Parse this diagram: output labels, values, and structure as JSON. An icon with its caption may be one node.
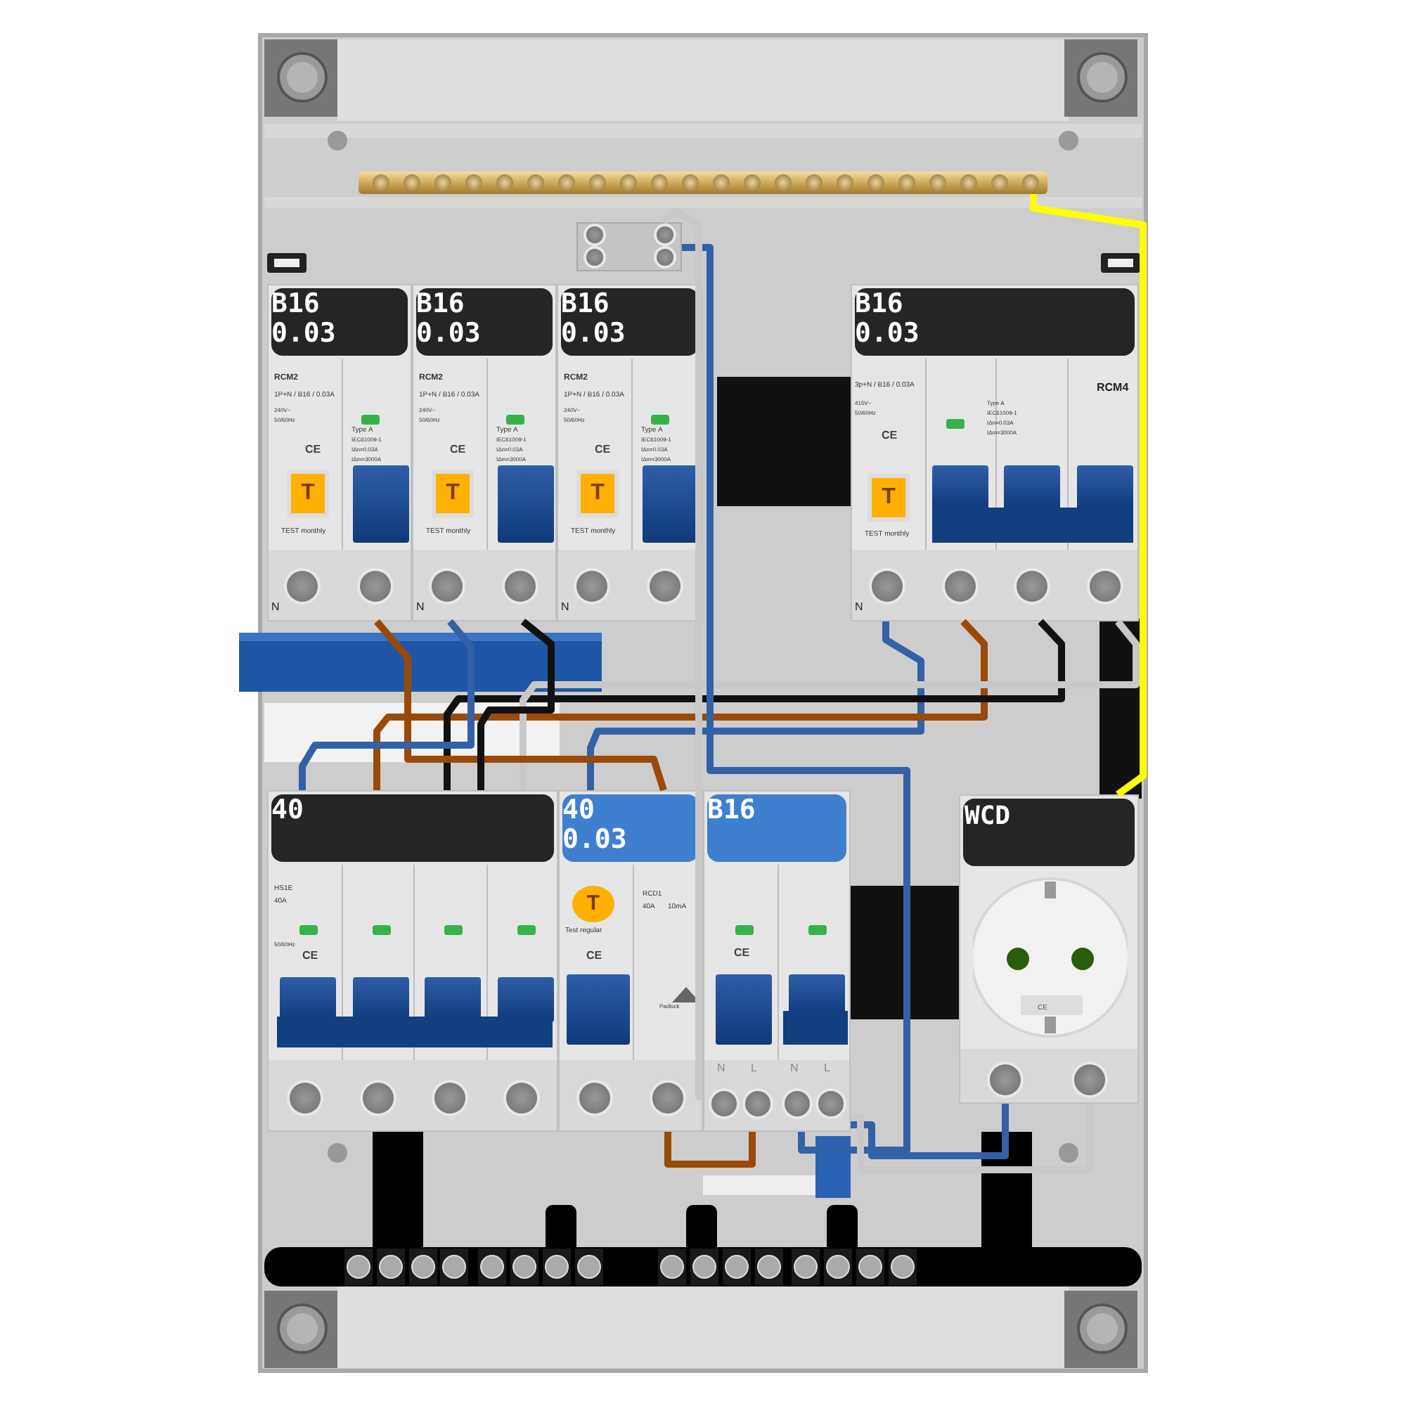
{
  "diagram": {
    "nodes": [
      {
        "text": [],
        "shape": "bar"
      },
      {
        "text": [
          "B16 0.03",
          "RCM2",
          "1P+N / B16 / 0.03A",
          "240V~",
          "50/60Hz",
          "Type A",
          "IEC61009-1",
          "IΔn=0.03A",
          "IΔm=3000A",
          "CE",
          "T",
          "TEST monthly",
          "N"
        ]
      },
      {
        "text": [
          "B16 0.03",
          "RCM2",
          "1P+N / B16 / 0.03A",
          "240V~",
          "50/60Hz",
          "Type A",
          "IEC61009-1",
          "IΔn=0.03A",
          "IΔm=3000A",
          "CE",
          "T",
          "TEST monthly",
          "N"
        ]
      },
      {
        "text": [
          "B16 0.03",
          "RCM2",
          "1P+N / B16 / 0.03A",
          "240V~",
          "50/60Hz",
          "Type A",
          "IEC61009-1",
          "IΔn=0.03A",
          "IΔm=3000A",
          "CE",
          "T",
          "TEST monthly",
          "N"
        ]
      },
      {
        "text": [
          "B16 0.03",
          "3p+N / B16 / 0.03A",
          "415V~",
          "50/60Hz",
          "CE",
          "Type A",
          "IEC61009-1",
          "IΔn=0.03A",
          "IΔm=3000A",
          "RCM4",
          "T",
          "TEST monthly",
          "N"
        ]
      },
      {
        "text": [
          "40",
          "HS1E",
          "40A",
          "50/60Hz",
          "CE"
        ]
      },
      {
        "text": [
          "40 0.03",
          "T",
          "Test regular",
          "CE",
          "RCD1",
          "40A",
          "10mA",
          "Padlock"
        ]
      },
      {
        "text": [
          "B16",
          "CE",
          "N",
          "L",
          "N",
          "L"
        ]
      },
      {
        "text": [
          "WCD",
          "CE"
        ]
      },
      {
        "text": [],
        "shape": "box"
      }
    ],
    "edges": [
      {
        "from": 0,
        "to": 8,
        "arrow": "none",
        "color": "#ffff00"
      },
      {
        "from": 4,
        "to": 6,
        "arrow": "none",
        "color": "#3361a8"
      },
      {
        "from": 4,
        "to": 5,
        "arrow": "none",
        "color": "#9a4a08"
      },
      {
        "from": 4,
        "to": 5,
        "arrow": "none",
        "color": "#111111"
      },
      {
        "from": 4,
        "to": 5,
        "arrow": "none",
        "color": "#c8c8c8"
      },
      {
        "from": 1,
        "to": 6,
        "arrow": "none",
        "color": "#9a4a08"
      },
      {
        "from": 2,
        "to": 5,
        "arrow": "none",
        "color": "#111111"
      },
      {
        "from": 2,
        "to": 5,
        "arrow": "none",
        "color": "#3361a8"
      },
      {
        "from": 9,
        "to": 7,
        "arrow": "none",
        "color": "#3361a8"
      },
      {
        "from": 9,
        "to": 7,
        "arrow": "none",
        "color": "#c8c8c8"
      },
      {
        "from": 6,
        "to": 7,
        "arrow": "none",
        "color": "#9a4a08"
      },
      {
        "from": 8,
        "to": 7,
        "arrow": "none",
        "color": "#3361a8"
      },
      {
        "from": 8,
        "to": 7,
        "arrow": "none",
        "color": "#c8c8c8"
      }
    ]
  }
}
